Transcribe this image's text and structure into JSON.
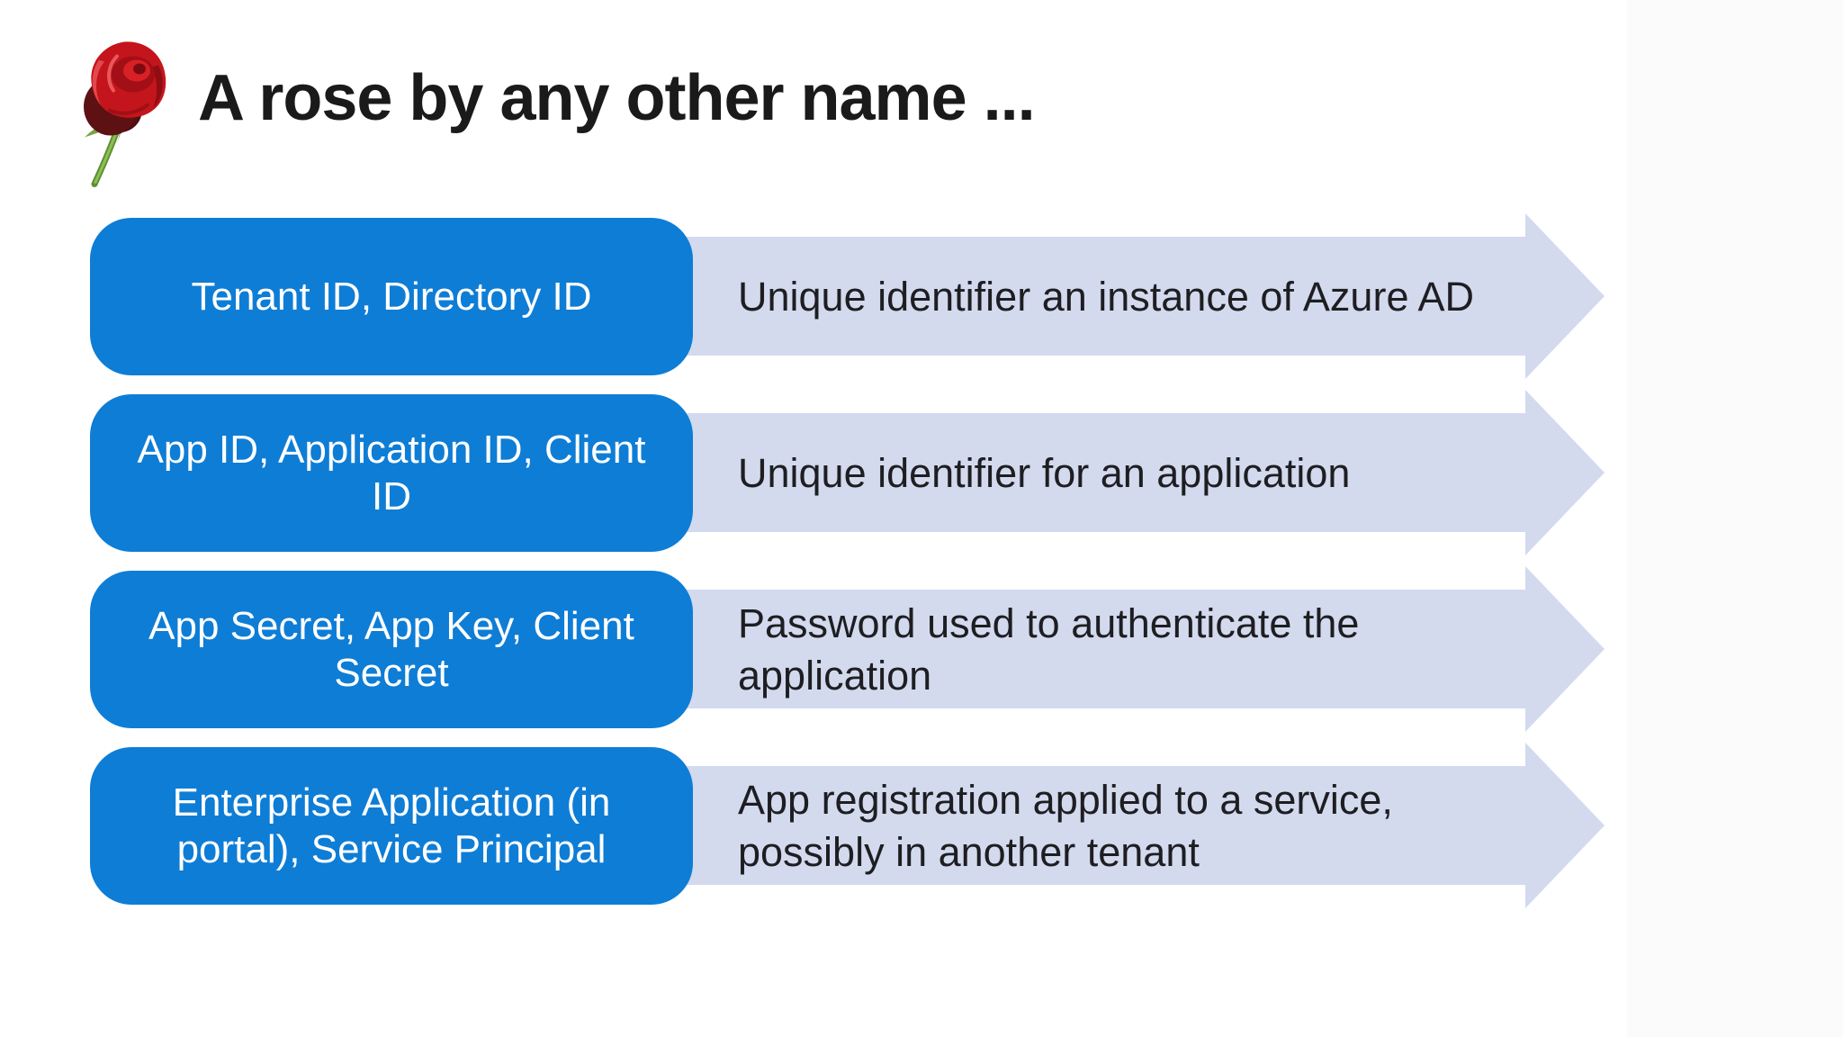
{
  "slide": {
    "title": "A rose by any other name ...",
    "icons": {
      "rose": "red-rose-photo"
    },
    "colors": {
      "term_box_blue": "#0e7dd6",
      "arrow_fill": "#d3daee",
      "title_text": "#1a1a1a",
      "definition_text": "#1e1e22",
      "term_text": "#ffffff",
      "background": "#ffffff"
    },
    "rows": [
      {
        "term": "Tenant ID, Directory ID",
        "definition": "Unique identifier an instance of Azure AD"
      },
      {
        "term": "App ID, Application ID, Client ID",
        "definition": "Unique identifier for an application"
      },
      {
        "term": "App Secret, App Key, Client Secret",
        "definition": "Password used to authenticate the application"
      },
      {
        "term": "Enterprise Application (in portal), Service Principal",
        "definition": "App registration applied to a service, possibly in another tenant"
      }
    ]
  }
}
